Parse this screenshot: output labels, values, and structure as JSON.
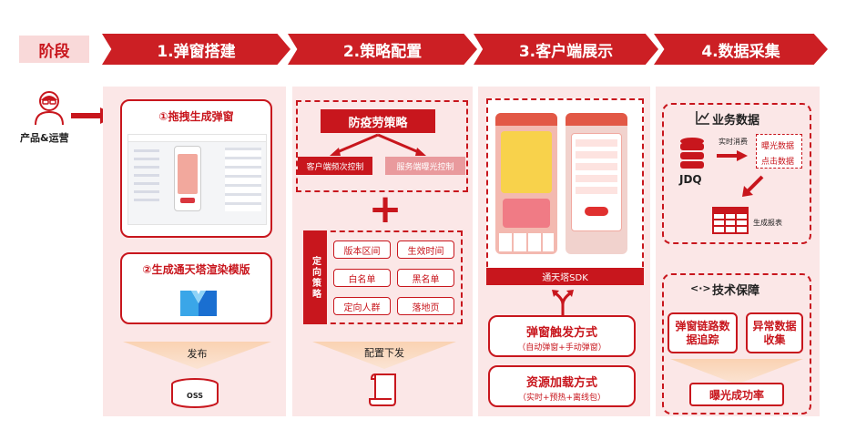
{
  "header": {
    "stage_label": "阶段",
    "steps": [
      "1.弹窗搭建",
      "2.策略配置",
      "3.客户端展示",
      "4.数据采集"
    ]
  },
  "actor": {
    "label": "产品&运营"
  },
  "col1": {
    "drag_title": "①拖拽生成弹窗",
    "template_title": "②生成通天塔渲染模版",
    "publish_label": "发布",
    "storage_label": "OSS"
  },
  "col2": {
    "policy_title": "防疫劳策略",
    "client_freq": "客户端频次控制",
    "server_exposure": "服务端曝光控制",
    "plus": "+",
    "targeting_label": "定向策略",
    "options": [
      "版本区间",
      "生效时间",
      "白名单",
      "黑名单",
      "定向人群",
      "落地页"
    ],
    "deliver_label": "配置下发"
  },
  "col3": {
    "sdk_label": "通天塔SDK",
    "trigger_title": "弹窗触发方式",
    "trigger_sub": "（自动弹窗+手动弹窗）",
    "load_title": "资源加载方式",
    "load_sub": "（实时+预热+离线包）"
  },
  "col4": {
    "biz_title": "业务数据",
    "source_label": "JDQ",
    "realtime_label": "实时消费",
    "exposure_data": "曝光数据",
    "click_data": "点击数据",
    "report_label": "生成报表",
    "tech_icon": "<·>",
    "tech_title": "技术保障",
    "trace_box": "弹窗链路数据追踪",
    "exception_box": "异常数据收集",
    "success_rate": "曝光成功率"
  },
  "colors": {
    "brand_red": "#c8161d",
    "panel_pink": "#fbe7e7",
    "label_pink": "#f9d9d9"
  }
}
